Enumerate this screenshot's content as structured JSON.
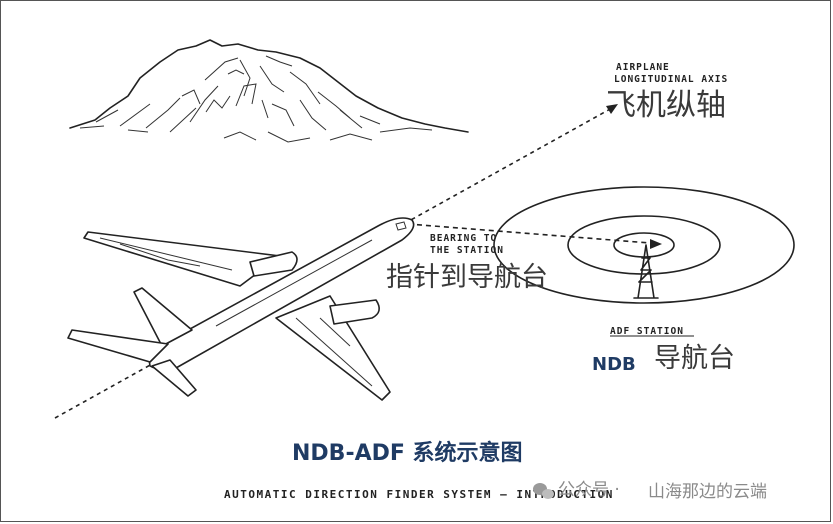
{
  "labels": {
    "axis_en_1": "AIRPLANE",
    "axis_en_2": "LONGITUDINAL AXIS",
    "axis_cn": "飞机纵轴",
    "bearing_en_1": "BEARING TO",
    "bearing_en_2": "THE STATION",
    "bearing_cn": "指针到导航台",
    "station_en": "ADF STATION",
    "ndb": "NDB",
    "station_cn": "导航台"
  },
  "title": "NDB-ADF 系统示意图",
  "caption": "AUTOMATIC DIRECTION FINDER SYSTEM — INTRODUCTION",
  "watermark": {
    "prefix": "公众号 ·",
    "name": "山海那边的云端",
    "icon": "wechat-icon"
  }
}
